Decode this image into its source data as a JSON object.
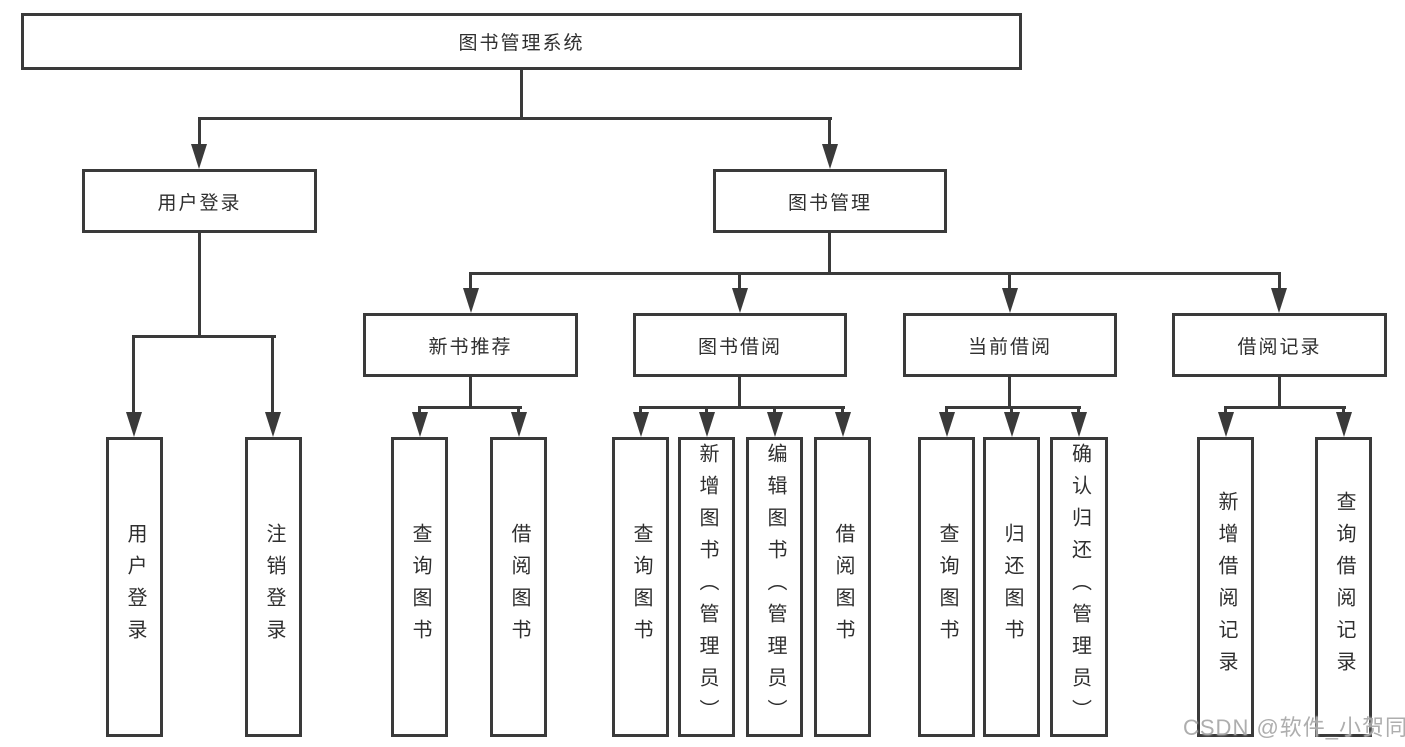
{
  "tree": {
    "root": "图书管理系统",
    "user": {
      "label": "用户登录",
      "children": [
        "用户登录",
        "注销登录"
      ]
    },
    "management": {
      "label": "图书管理",
      "sections": [
        {
          "label": "新书推荐",
          "children": [
            "查询图书",
            "借阅图书"
          ]
        },
        {
          "label": "图书借阅",
          "children": [
            "查询图书",
            "新增图书（管理员）",
            "编辑图书（管理员）",
            "借阅图书"
          ]
        },
        {
          "label": "当前借阅",
          "children": [
            "查询图书",
            "归还图书",
            "确认归还（管理员）"
          ]
        },
        {
          "label": "借阅记录",
          "children": [
            "新增借阅记录",
            "查询借阅记录"
          ]
        }
      ]
    }
  },
  "watermark": "CSDN @软件_小贺同学",
  "colors": {
    "line": "#3a3a3a",
    "text": "#2f2f2f",
    "background": "#ffffff",
    "watermark": "#a5a5a5"
  }
}
